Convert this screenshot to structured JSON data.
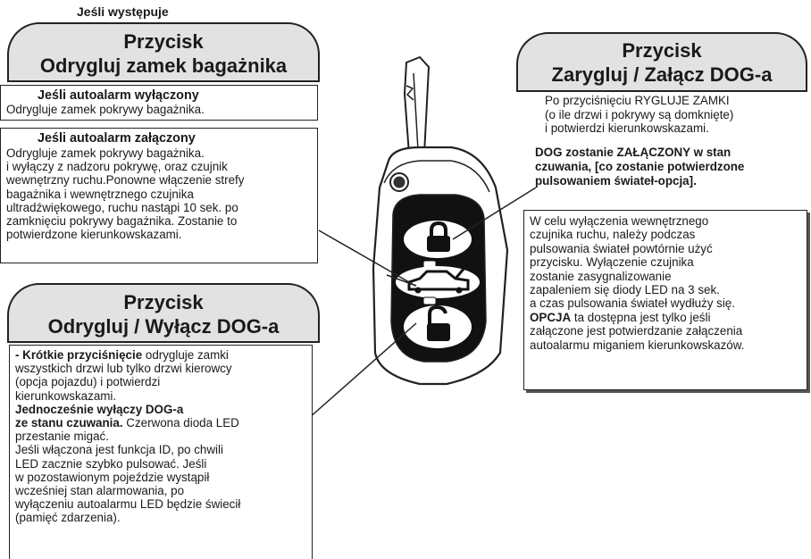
{
  "top_note": "Jeśli występuje",
  "left_top": {
    "title_line1": "Przycisk",
    "title_line2": "Odrygluj zamek bagażnika",
    "off_heading": "Jeśli autoalarm wyłączony",
    "off_text": "Odrygluje zamek pokrywy bagażnika.",
    "on_heading": "Jeśli autoalarm załączony",
    "on_lines": [
      "Odrygluje zamek pokrywy bagażnika.",
      "i wyłączy z nadzoru pokrywę, oraz czujnik",
      "wewnętrzny ruchu.Ponowne włączenie strefy",
      "bagażnika i wewnętrznego czujnika",
      "ultradźwiękowego, ruchu nastąpi 10 sek. po",
      "zamknięciu pokrywy bagażnika. Zostanie to",
      "potwierdzone kierunkowskazami."
    ]
  },
  "left_bottom": {
    "title_line1": "Przycisk",
    "title_line2": "Odrygluj / Wyłącz DOG-a",
    "short_press_bold": "- Krótkie przyciśnięcie",
    "short_press_rest": " odrygluje zamki",
    "lines_a": [
      "wszystkich drzwi lub tylko drzwi kierowcy",
      "(opcja pojazdu) i potwierdzi",
      "kierunkowskazami."
    ],
    "simultaneous_bold": "Jednocześnie wyłączy DOG-a",
    "standby_bold": "ze stanu czuwania.",
    "standby_rest": " Czerwona  dioda LED",
    "lines_b": [
      "przestanie migać.",
      "Jeśli włączona jest funkcja ID, po chwili",
      "LED zacznie szybko pulsować. Jeśli",
      "w pozostawionym pojeździe wystąpił",
      "wcześniej stan alarmowania, po",
      "wyłączeniu autoalarmu LED będzie świecił",
      "(pamięć zdarzenia)."
    ]
  },
  "right_top": {
    "title_line1": "Przycisk",
    "title_line2": "Zarygluj  /  Załącz DOG-a",
    "lines": [
      "Po przyciśnięciu RYGLUJE ZAMKI",
      "(o ile drzwi i pokrywy są domknięte)",
      "i potwierdzi kierunkowskazami."
    ],
    "bold_lines": [
      "DOG zostanie ZAŁĄCZONY w stan",
      "czuwania, [co zostanie potwierdzone",
      "pulsowaniem świateł-opcja]."
    ]
  },
  "right_bottom": {
    "lines": [
      "W celu wyłączenia wewnętrznego",
      "czujnika ruchu, należy podczas",
      "pulsowania świateł powtórnie użyć",
      "przycisku. Wyłączenie czujnika",
      "zostanie zasygnalizowanie",
      "zapaleniem się diody LED na 3 sek.",
      "a czas pulsowania świateł wydłuży się."
    ],
    "option_bold": "OPCJA",
    "option_rest": " ta dostępna jest tylko jeśli",
    "lines_end": [
      "załączone jest potwierdzanie załączenia",
      "autoalarmu miganiem kierunkowskazów."
    ]
  },
  "colors": {
    "tab_fill": "#e2e2e2",
    "line": "#222222"
  }
}
